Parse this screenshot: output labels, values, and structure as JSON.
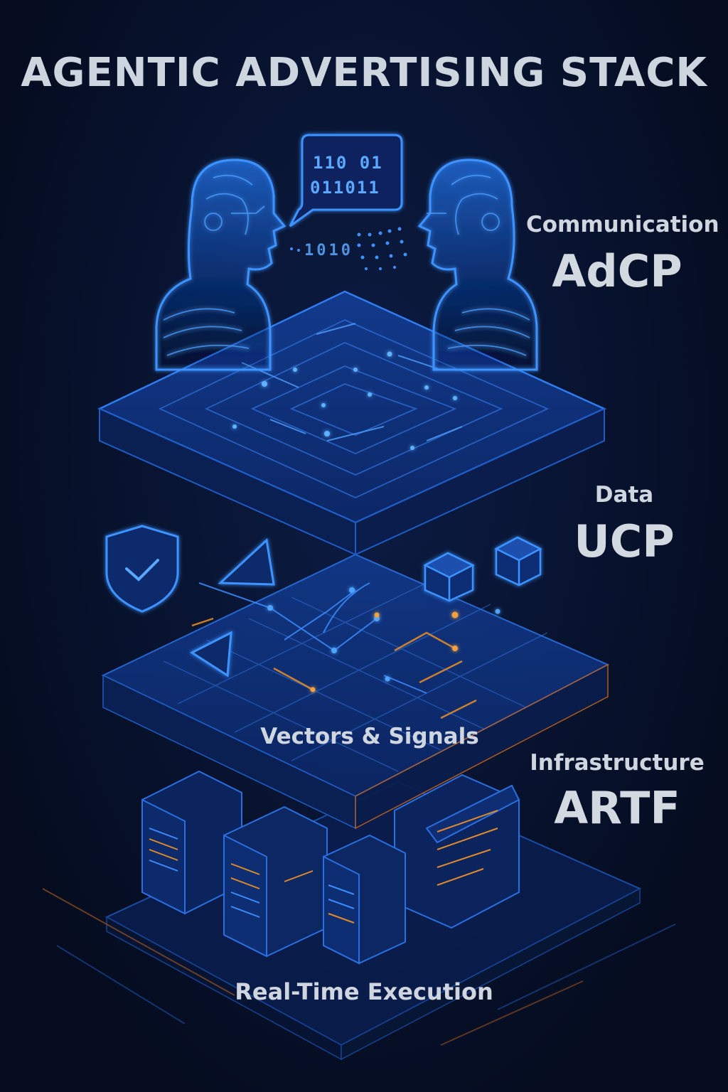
{
  "title": "AGENTIC ADVERTISING STACK",
  "layers": [
    {
      "label": "Communication",
      "name": "AdCP"
    },
    {
      "label": "Data",
      "name": "UCP"
    },
    {
      "label": "Infrastructure",
      "name": "ARTF"
    }
  ],
  "captions": {
    "data_layer": "Vectors & Signals",
    "infrastructure_layer": "Real-Time Execution"
  },
  "speech_bubble": {
    "line1": "110 01",
    "line2": "011011"
  },
  "data_stream": "1010",
  "icons": [
    "agent-head-left",
    "agent-head-right",
    "speech-bubble",
    "shield-check-icon",
    "cube-icon",
    "triangle-icon",
    "server-rack-icon"
  ],
  "colors": {
    "background": "#070f24",
    "accent_blue": "#1f7cff",
    "accent_orange": "#e08a2a",
    "text": "#d3d9e1"
  }
}
